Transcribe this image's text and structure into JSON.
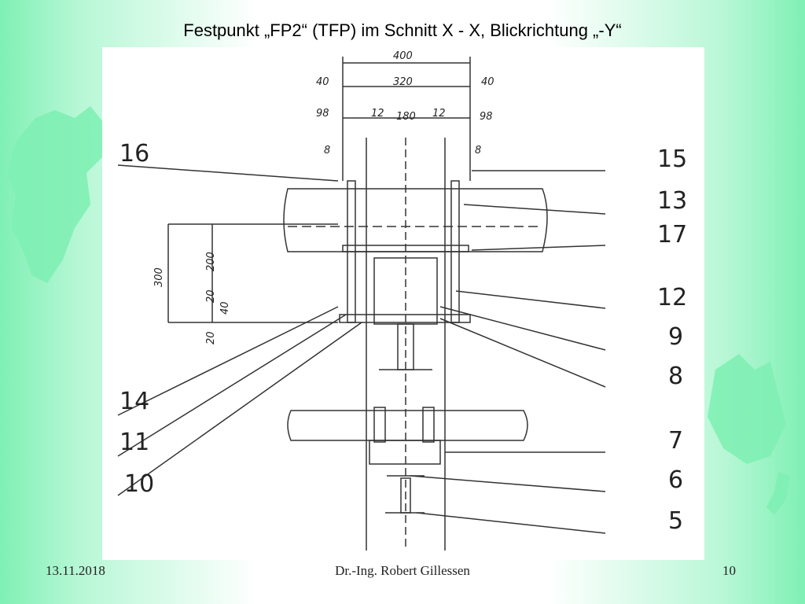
{
  "slide": {
    "title": "Festpunkt „FP2“ (TFP) im Schnitt X - X, Blickrichtung „-Y“",
    "footer": {
      "date": "13.11.2018",
      "author": "Dr.-Ing. Robert Gillessen",
      "page": "10"
    }
  },
  "drawing": {
    "callouts_left": [
      "16",
      "14",
      "11",
      "10"
    ],
    "callouts_right": [
      "15",
      "13",
      "17",
      "12",
      "9",
      "8",
      "7",
      "6",
      "5"
    ],
    "dimensions_top": [
      "400",
      "40",
      "320",
      "40",
      "98",
      "12",
      "180",
      "12",
      "98",
      "8",
      "8"
    ],
    "dimensions_left": [
      "300",
      "200",
      "20",
      "40",
      "20"
    ]
  },
  "colors": {
    "background_accent": "#7ff0b4",
    "map_shape": "#7ff0b4",
    "line": "#333333"
  }
}
